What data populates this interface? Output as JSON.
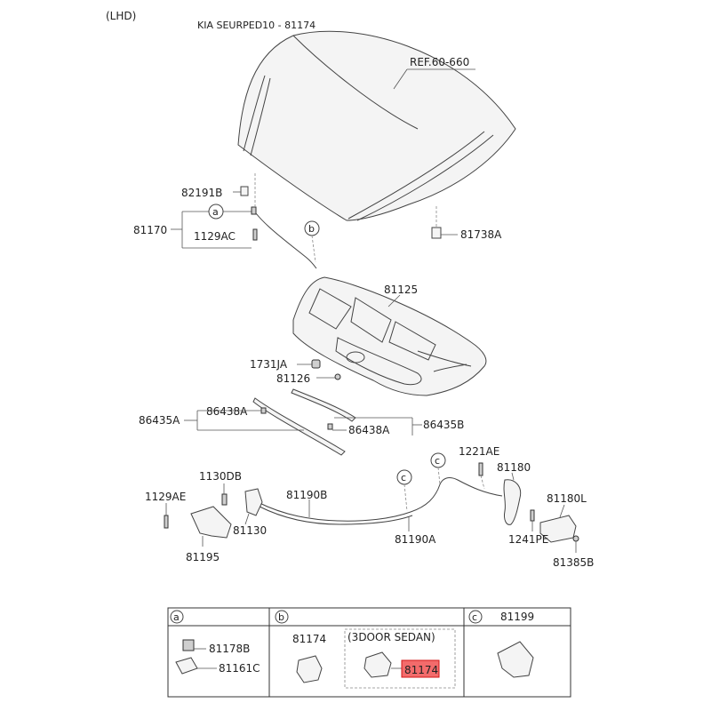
{
  "header": {
    "drive_side": "(LHD)",
    "title": "KIA SEURPED10 - 81174"
  },
  "callouts": {
    "ref": "REF.60-660",
    "p82191B": "82191B",
    "p81170": "81170",
    "p1129AC": "1129AC",
    "p81738A": "81738A",
    "p81125": "81125",
    "p1731JA": "1731JA",
    "p81126": "81126",
    "p86435A": "86435A",
    "p86438A_left": "86438A",
    "p86438A_right": "86438A",
    "p86435B": "86435B",
    "p1221AE": "1221AE",
    "p81180": "81180",
    "p1130DB": "1130DB",
    "p81190B": "81190B",
    "p1129AE": "1129AE",
    "p81130": "81130",
    "p81190A": "81190A",
    "p81180L": "81180L",
    "p1241PE": "1241PE",
    "p81195": "81195",
    "p81385B": "81385B"
  },
  "circle_markers": {
    "a": "a",
    "b": "b",
    "c1": "c",
    "c2": "c"
  },
  "legend_table": {
    "col_a": {
      "marker": "a",
      "items": [
        "81178B",
        "81161C"
      ]
    },
    "col_b": {
      "marker": "b",
      "part": "81174",
      "variant_label": "(3DOOR SEDAN)",
      "highlighted_part": "81174"
    },
    "col_c": {
      "marker": "c",
      "part": "81199"
    }
  },
  "colors": {
    "highlight_fill": "#f36b6b",
    "highlight_border": "#d01515",
    "line": "#444444",
    "part_fill": "#f4f4f4"
  }
}
